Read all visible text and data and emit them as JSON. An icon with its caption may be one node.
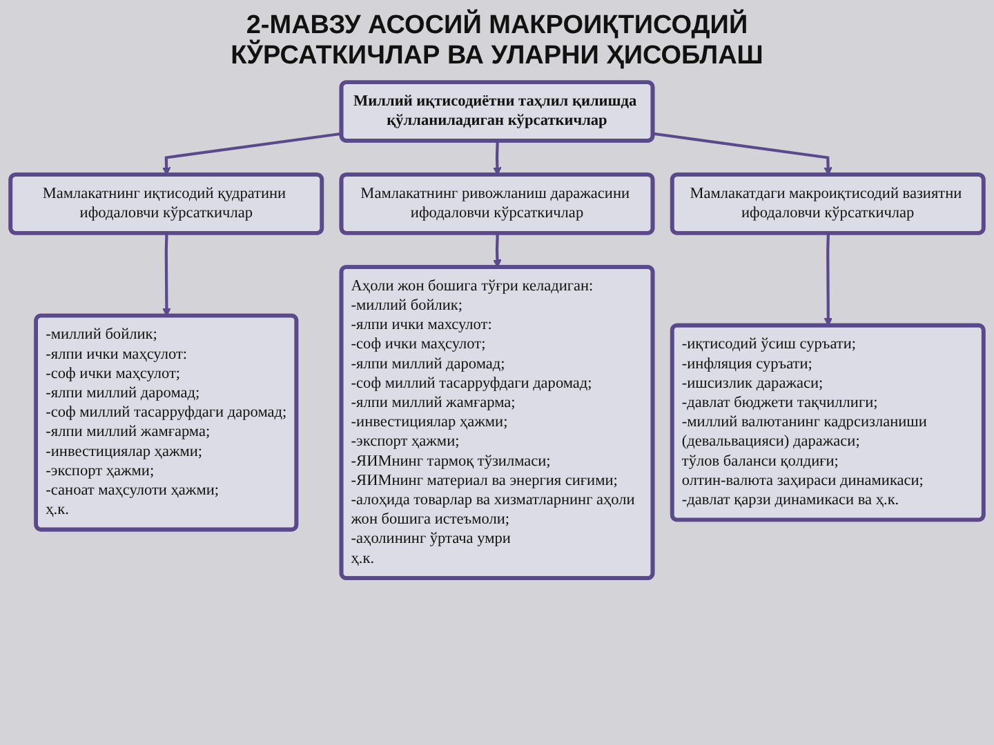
{
  "diagram": {
    "title": "2-МАВЗУ АСОСИЙ МАКРОИҚТИСОДИЙ КЎРСАТКИЧЛАР ВА УЛАРНИ ҲИСОБЛАШ",
    "nodes": [
      {
        "text": [
          "Миллий иқтисодиётни таҳлил қилишда қўлланиладиган кўрсаткичлар"
        ]
      },
      {
        "text": [
          "Мамлакатнинг иқтисодий қудратини ифодаловчи кўрсаткичлар"
        ]
      },
      {
        "text": [
          "Мамлакатнинг ривожланиш даражасини ифодаловчи кўрсаткичлар"
        ]
      },
      {
        "text": [
          "Мамлакатдаги макроиқтисодий вазиятни ифодаловчи кўрсаткичлар"
        ]
      },
      {
        "text": [
          "-миллий бойлик;",
          "-ялпи ички маҳсулот:",
          "-соф ички маҳсулот;",
          "-ялпи миллий даромад;",
          "-соф миллий тасарруфдаги даромад;",
          "-ялпи миллий жамғарма;",
          "-инвестициялар ҳажми;",
          "-экспорт ҳажми;",
          "-саноат маҳсулоти ҳажми;",
          "ҳ.к."
        ]
      },
      {
        "text": [
          "Аҳоли жон бошига тўғри келадиган:",
          "-миллий бойлик;",
          "-ялпи ички махсулот:",
          "-соф ички маҳсулот;",
          "-ялпи миллий даромад;",
          "-соф миллий тасарруфдаги даромад;",
          "-ялпи миллий жамғарма;",
          "-инвестициялар ҳажми;",
          "-экспорт ҳажми;",
          "-ЯИМнинг тармоқ тўзилмаси;",
          "-ЯИМнинг материал ва энергия сиғими;",
          "-алоҳида товарлар ва хизматларнинг аҳоли жон бошига истеъмоли;",
          "-аҳолининг ўртача умри",
          "ҳ.к."
        ]
      },
      {
        "text": [
          "-иқтисодий ўсиш суръати;",
          "-инфляция суръати;",
          "-ишсизлик даражаси;",
          "-давлат бюджети тақчиллиги;",
          "-миллий валютанинг кадрсизланиши (девальвацияси) даражаси;",
          "тўлов баланси қолдиғи;",
          "олтин-валюта заҳираси динамикаси;",
          "-давлат қарзи динамикаси ва ҳ.к."
        ]
      }
    ],
    "edges": [
      {
        "from": 0,
        "to": 1,
        "arrow": "to"
      },
      {
        "from": 0,
        "to": 2,
        "arrow": "to"
      },
      {
        "from": 0,
        "to": 3,
        "arrow": "to"
      },
      {
        "from": 1,
        "to": 4,
        "arrow": "to"
      },
      {
        "from": 2,
        "to": 5,
        "arrow": "to"
      },
      {
        "from": 3,
        "to": 6,
        "arrow": "to"
      }
    ]
  }
}
